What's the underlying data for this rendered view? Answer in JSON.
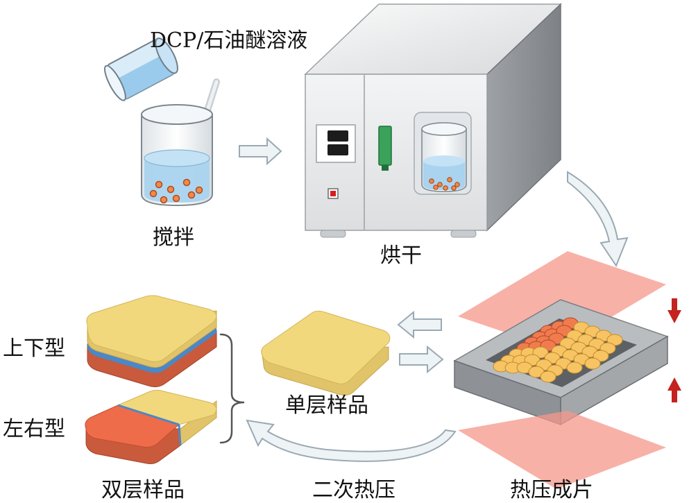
{
  "labels": {
    "solution": "DCP/石油醚溶液",
    "stir": "搅拌",
    "dry": "烘干",
    "hot_press": "热压成片",
    "single_layer": "单层样品",
    "secondary_press": "二次热压",
    "double_layer": "双层样品",
    "top_bottom": "上下型",
    "left_right": "左右型"
  },
  "colors": {
    "yellow_sample": "#f2d87c",
    "orange_sample": "#ec6a45",
    "red_sample": "#c95a3c",
    "blue_interlayer": "#4a88c8",
    "liquid": "#a9d3ee",
    "heater_plate": "#f5978a",
    "oven_body": "#e9eaeb",
    "oven_side": "#8c9094",
    "green_switch": "#3aa25a",
    "red_button": "#d41f1f",
    "arrow_fill": "#eef3f6",
    "arrow_stroke": "#9aa9b3"
  }
}
